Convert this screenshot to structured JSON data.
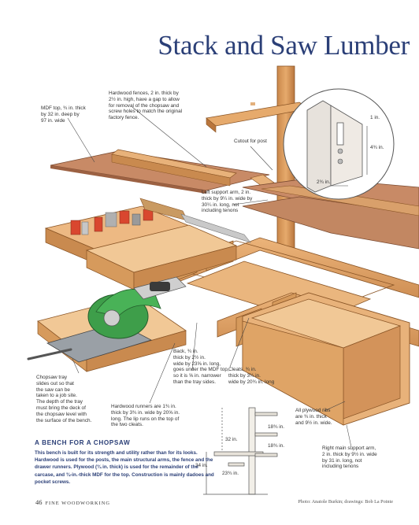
{
  "title": "Stack and Saw Lumber",
  "callouts": {
    "mdf_top": "MDF top, ¾ in. thick\nby 32 in. deep by\n97 in. wide",
    "fences": "Hardwood fences, 2 in. thick by\n2½ in. high, have a gap to allow\nfor removal of the chopsaw and\nscrew holes to match the original\nfactory fence.",
    "cutout": "Cutout for post",
    "left_arm": "Left support arm, 2 in.\nthick by 9¼ in. wide by\n30¼ in. long, not\nincluding tenons",
    "tray": "Chopsaw tray\nslides out so that\nthe saw can be\ntaken to a job site.\nThe depth of the tray\nmust bring the deck of\nthe chopsaw level with\nthe surface of the bench.",
    "runners": "Hardwood runners are 1¾ in.\nthick by 3¾ in. wide by 20⅝ in.\nlong. The lip runs on the top of\nthe two cleats.",
    "back": "Back, ¾ in.\nthick by 2½ in.\nwide by 23⅝ in. long,\ngoes under the MDF top,\nso it is ⅝ in. narrower\nthan the tray sides.",
    "cleats": "Cleats, ¾ in.\nthick by 3¼ in.\nwide by 20¾ in. long",
    "ribs": "All plywood ribs\nare ¾ in. thick\nand 9½ in. wide.",
    "right_arm": "Right main support arm,\n2 in. thick by 9½ in. wide\nby 31 in. long, not\nincluding tenons"
  },
  "dimensions": {
    "detail_1in": "1 in.",
    "detail_4_3_4": "4¾ in.",
    "detail_2_3_4": "2¾ in.",
    "dim_32": "32 in.",
    "dim_34": "34 in.",
    "dim_23_3_4": "23¾ in.",
    "dim_18_1": "18¾ in.",
    "dim_18_2": "18¾ in."
  },
  "sidebar": {
    "heading": "A BENCH FOR A CHOPSAW",
    "body": "This bench is built for its strength and utility rather than for its looks. Hardwood is used for the posts, the main structural arms, the fence and the drawer runners. Plywood (¾ in. thick) is used for the remainder of the carcase, and ¾-in.-thick MDF for the top. Construction is mainly dadoes and pocket screws."
  },
  "footer": {
    "page_number": "46",
    "publication": "FINE WOODWORKING",
    "credit": "Photo: Anatole Burkin; drawings: Bob La Pointe"
  },
  "colors": {
    "title": "#2b3f77",
    "wood": "#dda066",
    "wood_dark": "#b8753a",
    "mdf": "#c88a66",
    "saw_green": "#3e9e4a"
  }
}
